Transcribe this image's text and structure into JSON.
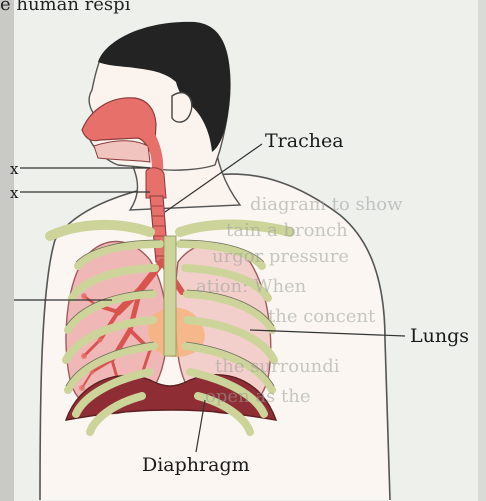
{
  "header_text": "e human respi",
  "labels": {
    "trachea": "Trachea",
    "lungs": "Lungs",
    "diaphragm": "Diaphragm",
    "mark_upper": "x",
    "mark_lower": "x"
  },
  "background_text": [
    "diagram to show",
    "tain a bronch",
    "urgor pressure",
    "ation: When",
    "the concent",
    "the surroundi",
    "open as the"
  ],
  "colors": {
    "airway": "#e8706a",
    "skin": "#fbf4ee",
    "hair": "#232323",
    "ribs": "#cdd49a",
    "lung_left": "#f0b7b7",
    "lung_right": "#f3cfcc",
    "heart": "#f6b47e",
    "diaphragm": "#8e2e34",
    "outline": "#3b3b3b"
  }
}
